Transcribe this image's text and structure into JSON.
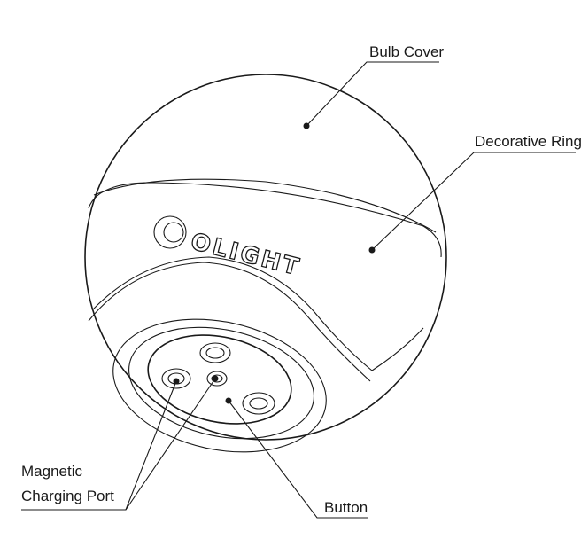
{
  "diagram": {
    "brand_text": "OLIGHT",
    "labels": {
      "bulb_cover": "Bulb Cover",
      "decorative_ring": "Decorative Ring",
      "magnetic_charging_port_line1": "Magnetic",
      "magnetic_charging_port_line2": "Charging Port",
      "button": "Button"
    }
  }
}
